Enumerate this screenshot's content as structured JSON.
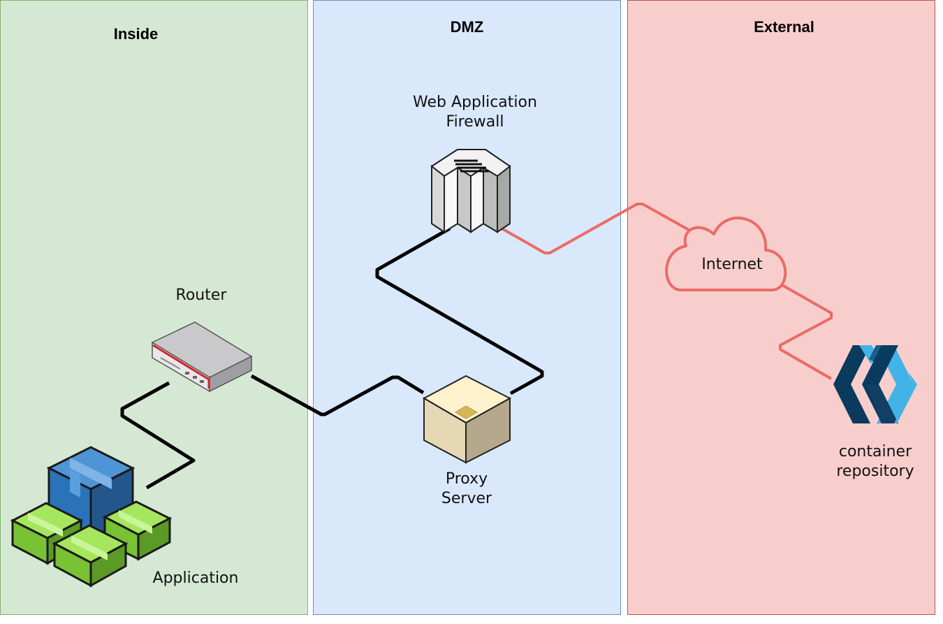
{
  "zones": {
    "inside": {
      "title": "Inside",
      "fill": "#d5e8d4",
      "stroke": "#82b366"
    },
    "dmz": {
      "title": "DMZ",
      "fill": "#dae8fc",
      "stroke": "#6c8ebf"
    },
    "external": {
      "title": "External",
      "fill": "#f8cecc",
      "stroke": "#b85450"
    }
  },
  "nodes": {
    "waf": {
      "label_line1": "Web Application",
      "label_line2": "Firewall",
      "icon": "firewall-icon"
    },
    "router": {
      "label": "Router",
      "icon": "router-icon"
    },
    "proxy": {
      "label_line1": "Proxy",
      "label_line2": "Server",
      "icon": "proxy-server-icon"
    },
    "internet": {
      "label": "Internet",
      "icon": "cloud-icon"
    },
    "repo": {
      "label_line1": "container",
      "label_line2": "repository",
      "icon": "container-registry-icon"
    },
    "application": {
      "label": "Application",
      "icon": "application-icon"
    }
  },
  "links": {
    "internal_color": "#000000",
    "external_color": "#ea6b66"
  }
}
